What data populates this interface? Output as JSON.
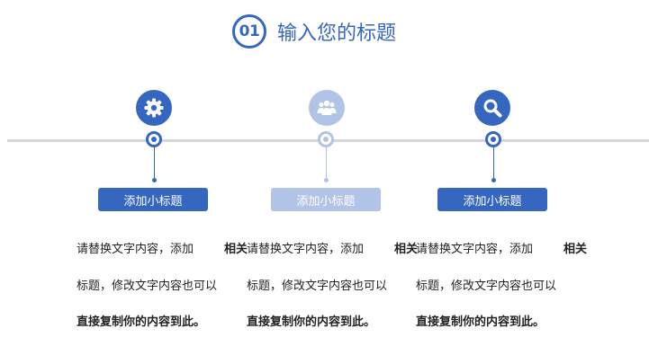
{
  "header": {
    "number": "01",
    "title": "输入您的标题"
  },
  "columns": [
    {
      "icon": "gear-icon",
      "subtitle": "添加小标题",
      "line1_a": "请替换文字内容，添加",
      "line1_b": "相关",
      "line2": "标题，修改文字内容也可以",
      "line3": "直接复制你的内容到此。"
    },
    {
      "icon": "group-icon",
      "subtitle": "添加小标题",
      "line1_a": "请替换文字内容，添加",
      "line1_b": "相关",
      "line2": "标题，修改文字内容也可以",
      "line3": "直接复制你的内容到此。"
    },
    {
      "icon": "search-icon",
      "subtitle": "添加小标题",
      "line1_a": "请替换文字内容，添加",
      "line1_b": "相关",
      "line2": "标题，修改文字内容也可以",
      "line3": "直接复制你的内容到此。"
    }
  ],
  "colors": {
    "primary": "#3566c0",
    "light": "#b2c3e8",
    "timeline": "#d4d6dc"
  }
}
